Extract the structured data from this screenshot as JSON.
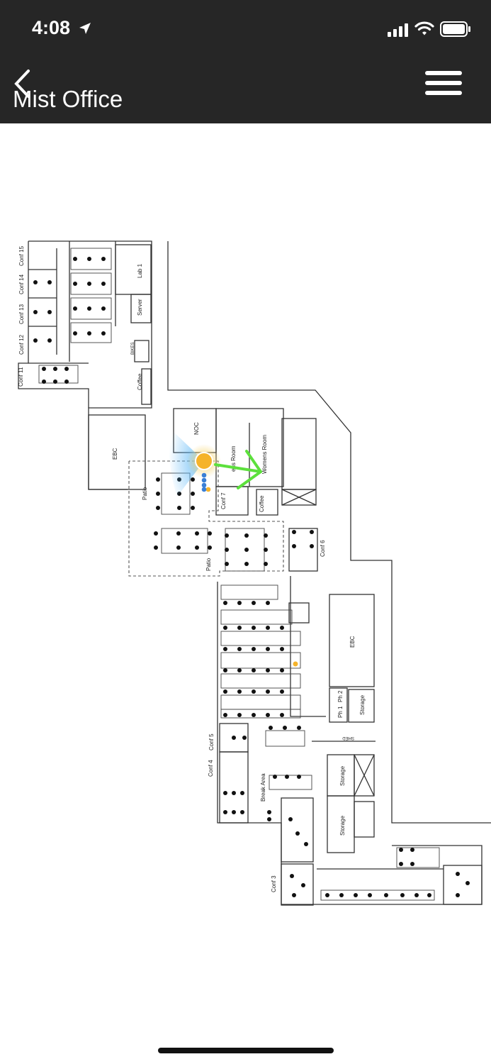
{
  "status_bar": {
    "time": "4:08",
    "location_icon": "location-arrow-icon",
    "signal_icon": "cellular-signal-icon",
    "wifi_icon": "wifi-icon",
    "battery_icon": "battery-icon"
  },
  "header": {
    "title": "Mist Office",
    "back_icon": "chevron-left-icon",
    "menu_icon": "hamburger-menu-icon"
  },
  "colors": {
    "header_bg": "#262626",
    "user_dot": "#f5b32a",
    "accuracy": "#5bb6f5",
    "route": "#5ce03c",
    "asset_blue": "#3a7fd6",
    "walls": "#333333"
  },
  "floorplan": {
    "rooms": {
      "conf15": "Conf 15",
      "conf14": "Conf 14",
      "conf13": "Conf 13",
      "conf12": "Conf 12",
      "conf11": "Conf 11",
      "lab1": "Lab 1",
      "server": "Server",
      "bikes": "BIKES",
      "coffee_top": "Coffee",
      "ebc_left": "EBC",
      "noc": "NOC",
      "mens_room": "ens Room",
      "womens_room": "Womens Room",
      "patio_1": "Patio",
      "patio_2": "Patio",
      "conf7": "Conf 7",
      "coffee_mid": "Coffee",
      "conf6": "Conf 6",
      "ebc_right": "EBC",
      "ph2": "Ph 2",
      "ph1": "Ph 1",
      "storage_1": "Storage",
      "storage_2": "Storage",
      "storage_3": "Storage",
      "shed": "SHED",
      "conf5": "Conf 5",
      "conf4": "Conf 4",
      "break_area": "Break Area",
      "conf3": "Conf 3"
    }
  }
}
